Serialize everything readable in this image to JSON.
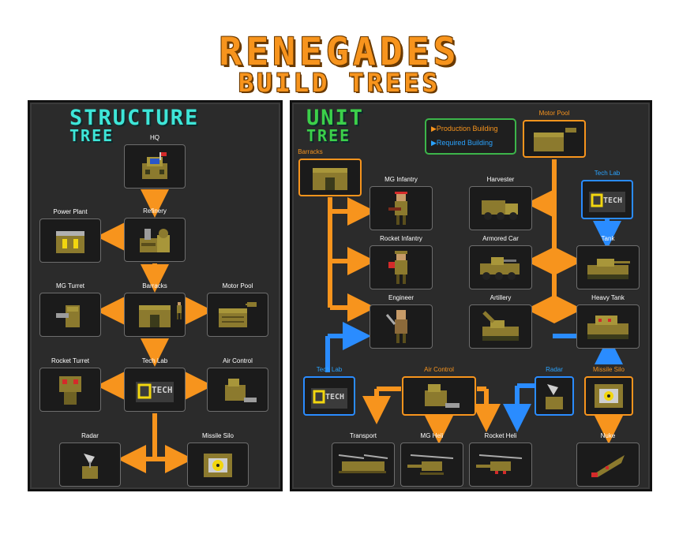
{
  "title": {
    "main": "RENEGADES",
    "sub": "BUILD TREES"
  },
  "colors": {
    "production": "#f7941d",
    "required": "#2a8cff",
    "panel": "#2b2b2b",
    "structure_title": "#3ee6d8",
    "unit_title": "#3cd04a"
  },
  "structure": {
    "title_line1": "STRUCTURE",
    "title_line2": "TREE",
    "nodes": {
      "hq": "HQ",
      "refinery": "Refinery",
      "power_plant": "Power Plant",
      "barracks": "Barracks",
      "mg_turret": "MG Turret",
      "motor_pool": "Motor Pool",
      "tech_lab": "Tech Lab",
      "rocket_turret": "Rocket Turret",
      "air_control": "Air Control",
      "radar": "Radar",
      "missile_silo": "Missile Silo"
    }
  },
  "unit": {
    "title_line1": "UNIT",
    "title_line2": "TREE",
    "legend": {
      "production": "Production Building",
      "required": "Required Building"
    },
    "nodes": {
      "barracks": "Barracks",
      "motor_pool": "Motor Pool",
      "tech_lab_top": "Tech Lab",
      "mg_infantry": "MG Infantry",
      "rocket_infantry": "Rocket Infantry",
      "engineer": "Engineer",
      "harvester": "Harvester",
      "armored_car": "Armored Car",
      "artillery": "Artillery",
      "tank": "Tank",
      "heavy_tank": "Heavy Tank",
      "tech_lab_bottom": "Tech Lab",
      "air_control": "Air Control",
      "radar": "Radar",
      "missile_silo": "Missile Silo",
      "transport": "Transport",
      "mg_heli": "MG Heli",
      "rocket_heli": "Rocket Heli",
      "nuke": "Nuke"
    }
  }
}
